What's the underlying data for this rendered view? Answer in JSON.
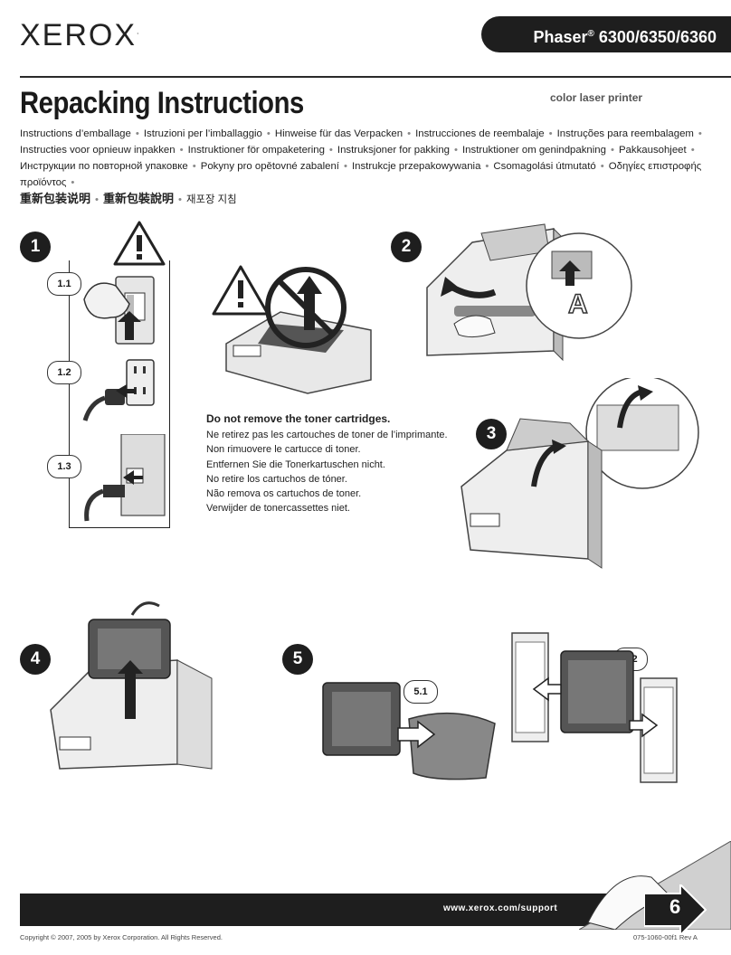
{
  "header": {
    "logo": "XEROX",
    "model_prefix": "Phaser",
    "model_reg": "®",
    "model_numbers": " 6300/6350/6360",
    "title": "Repacking Instructions",
    "subtitle": "color laser printer"
  },
  "languages": {
    "line1": [
      "Instructions d’emballage",
      "Istruzioni per l’imballaggio",
      "Hinweise für das Verpacken",
      "Instrucciones de reembalaje",
      "Instruções para reembalagem"
    ],
    "line2": [
      "Instructies voor opnieuw inpakken",
      "Instruktioner för ompaketering",
      "Instruksjoner for pakking",
      "Instruktioner om genindpakning",
      "Pakkausohjeet"
    ],
    "line3": [
      "Инструкции по повторной упаковке",
      "Pokyny pro opětovné zabalení",
      "Instrukcje przepakowywania",
      "Csomagolási útmutató",
      "Οδηγίες επιστροφής προϊόντος"
    ],
    "line4": [
      "重新包装说明",
      "重新包裝說明",
      "재포장 지침"
    ],
    "separator": "•"
  },
  "steps": {
    "s1": "1",
    "s2": "2",
    "s3": "3",
    "s4": "4",
    "s5": "5",
    "s6": "6",
    "sub_1_1": "1.1",
    "sub_1_2": "1.2",
    "sub_1_3": "1.3",
    "sub_5_1": "5.1",
    "sub_5_2": "5.2",
    "label_a": "A"
  },
  "warning": {
    "head": "Do not remove the toner cartridges.",
    "lines": [
      "Ne retirez pas les cartouches de toner de l’imprimante.",
      "Non rimuovere le cartucce di toner.",
      "Entfernen Sie die Tonerkartuschen nicht.",
      "No retire los cartuchos de tóner.",
      "Não remova os cartuchos de toner.",
      "Verwijder de tonercassettes niet."
    ]
  },
  "footer": {
    "url": "www.xerox.com/support",
    "copyright": "Copyright © 2007, 2005 by Xerox Corporation.  All Rights Reserved.",
    "docnum": "075-1060-00f1 Rev A"
  }
}
